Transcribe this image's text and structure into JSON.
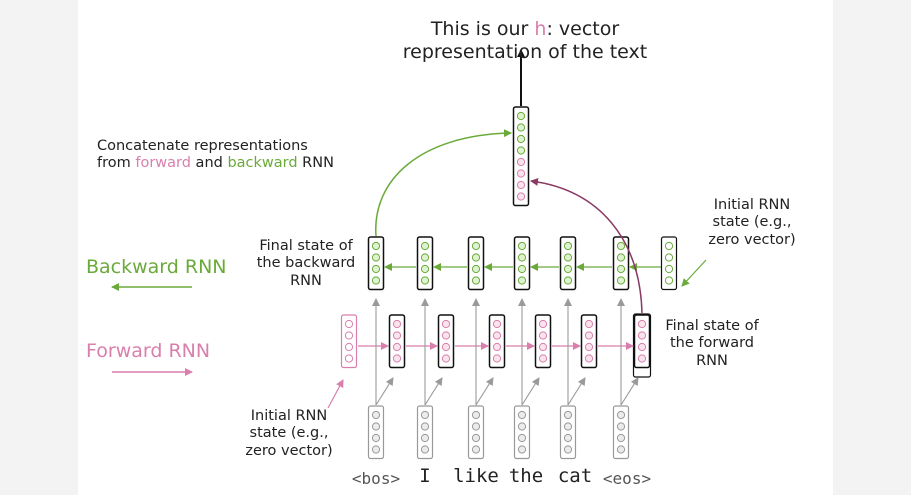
{
  "title": {
    "prefix": "This is our ",
    "h": "h",
    "suffix": ": vector",
    "line2": "representation of the text"
  },
  "concat": {
    "line1": "Concatenate representations",
    "line2_prefix": "from ",
    "forward": "forward",
    "mid": " and ",
    "backward": "backward",
    "suffix": " RNN"
  },
  "backward_label": "Backward RNN",
  "forward_label": "Forward RNN",
  "final_backward": [
    "Final state of",
    "the backward",
    "RNN"
  ],
  "initial_backward": [
    "Initial RNN",
    "state (e.g.,",
    "zero vector)"
  ],
  "final_forward": [
    "Final state of",
    "the forward",
    "RNN"
  ],
  "initial_forward": [
    "Initial RNN",
    "state (e.g.,",
    "zero vector)"
  ],
  "tokens": [
    "<bos>",
    "I",
    "like",
    "the",
    "cat",
    "<eos>"
  ],
  "colors": {
    "pink": "#d97fad",
    "pink_fill": "#fbe3ee",
    "green": "#6aaa3a",
    "green_fill": "#dff2cf",
    "gray": "#b9b9b9",
    "gray_fill": "#ebebeb",
    "dark_pink": "#8b3a63"
  }
}
